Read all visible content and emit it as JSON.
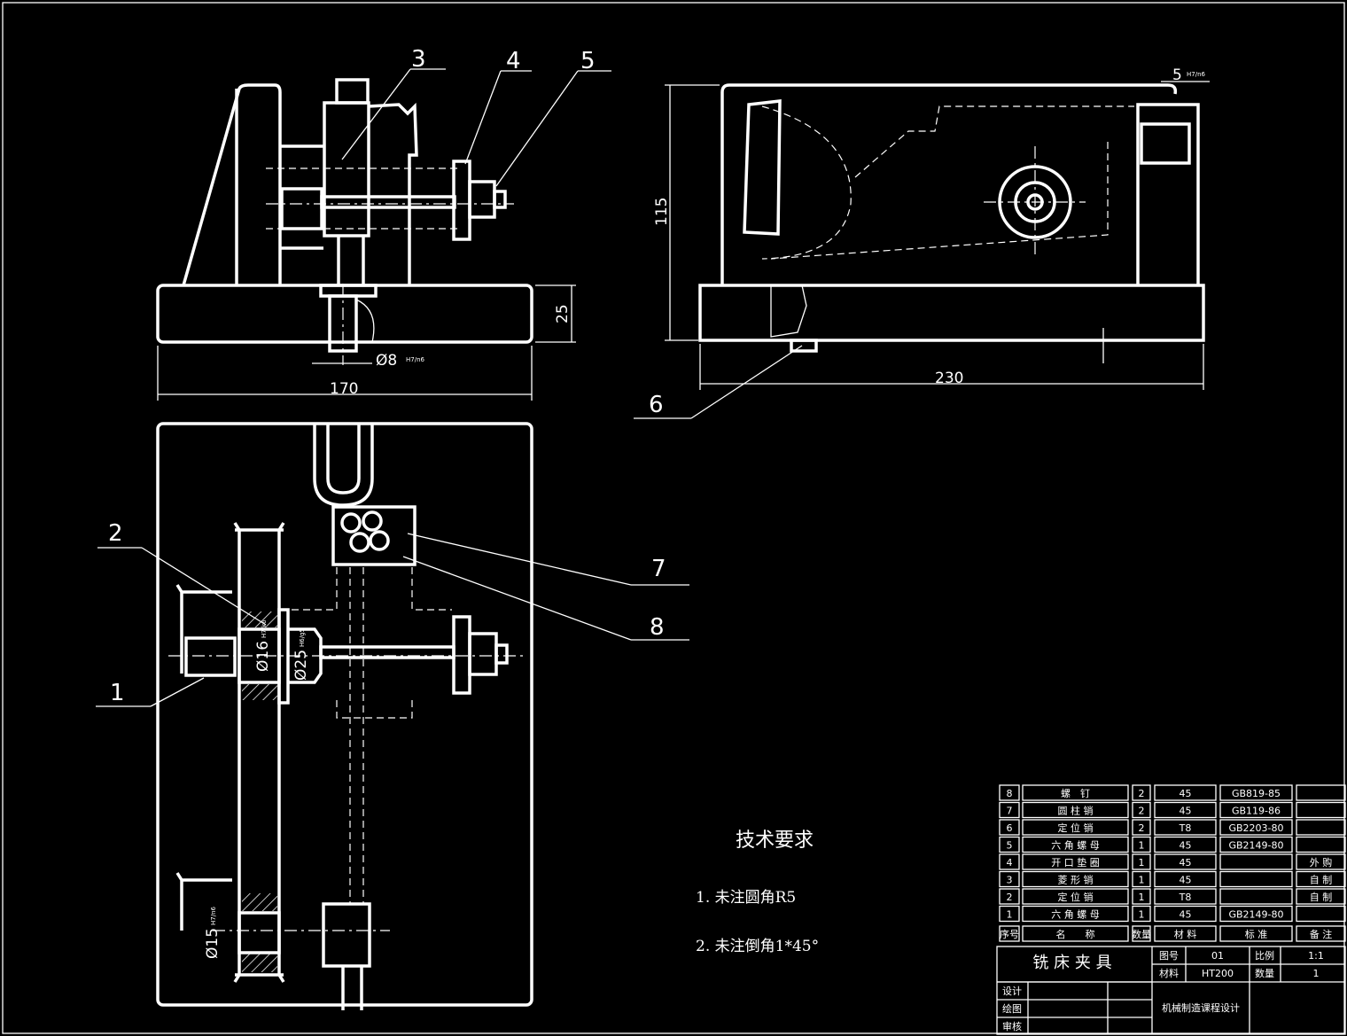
{
  "balloons": [
    "1",
    "2",
    "3",
    "4",
    "5",
    "6",
    "7",
    "8"
  ],
  "dimensions": {
    "d170": "170",
    "d25": "25",
    "d8": "Ø8",
    "d8_fit": "H7/n6",
    "d115": "115",
    "d230": "230",
    "d5": "5",
    "d5_fit": "H7/n6",
    "d16": "Ø16",
    "d16_fit": "H7/k6",
    "d25b": "Ø25",
    "d25b_fit": "H6/g5",
    "d15": "Ø15",
    "d15_fit": "H7/n6"
  },
  "tech": {
    "title": "技术要求",
    "items": [
      "1. 未注圆角R5",
      "2. 未注倒角1*45°"
    ]
  },
  "bom": {
    "rows": [
      {
        "no": "8",
        "name": "螺　钉",
        "qty": "2",
        "mat": "45",
        "std": "GB819-85",
        "note": ""
      },
      {
        "no": "7",
        "name": "圆 柱 销",
        "qty": "2",
        "mat": "45",
        "std": "GB119-86",
        "note": ""
      },
      {
        "no": "6",
        "name": "定 位 销",
        "qty": "2",
        "mat": "T8",
        "std": "GB2203-80",
        "note": ""
      },
      {
        "no": "5",
        "name": "六 角 螺 母",
        "qty": "1",
        "mat": "45",
        "std": "GB2149-80",
        "note": ""
      },
      {
        "no": "4",
        "name": "开 口 垫 圈",
        "qty": "1",
        "mat": "45",
        "std": "",
        "note": "外 购"
      },
      {
        "no": "3",
        "name": "菱 形 销",
        "qty": "1",
        "mat": "45",
        "std": "",
        "note": "自 制"
      },
      {
        "no": "2",
        "name": "定 位 销",
        "qty": "1",
        "mat": "T8",
        "std": "",
        "note": "自 制"
      },
      {
        "no": "1",
        "name": "六 角 螺 母",
        "qty": "1",
        "mat": "45",
        "std": "GB2149-80",
        "note": ""
      }
    ],
    "header": {
      "no": "序号",
      "name": "名　　称",
      "qty": "数量",
      "mat": "材 料",
      "std": "标 准",
      "note": "备 注"
    }
  },
  "title_block": {
    "title": "铣 床 夹 具",
    "drawing_no_label": "图号",
    "drawing_no": "01",
    "scale_label": "比例",
    "scale": "1:1",
    "material_label": "材料",
    "material": "HT200",
    "qty_label": "数量",
    "qty": "1",
    "design": "设计",
    "draw": "绘图",
    "review": "审核",
    "course": "机械制造课程设计"
  }
}
